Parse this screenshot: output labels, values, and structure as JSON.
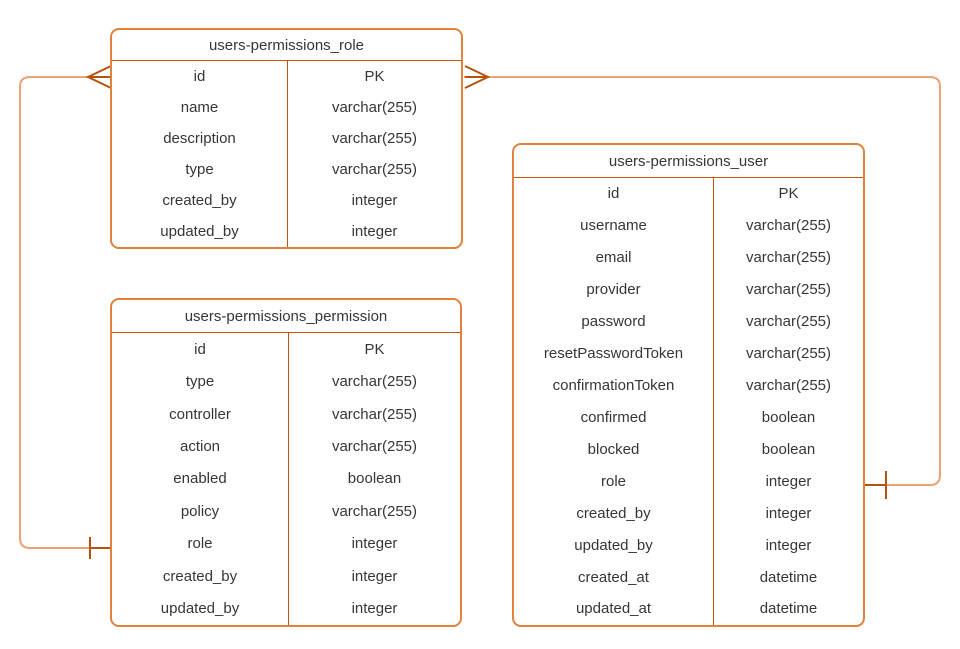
{
  "diagram": {
    "colors": {
      "table_border": "#e0813c",
      "divider": "#c5550a",
      "connector_line": "#eda273",
      "cardinality_marker": "#b4520e",
      "text": "#363636",
      "background": "#ffffff"
    },
    "entities": [
      {
        "title": "users-permissions_role",
        "fields": [
          {
            "name": "id",
            "type": "PK"
          },
          {
            "name": "name",
            "type": "varchar(255)"
          },
          {
            "name": "description",
            "type": "varchar(255)"
          },
          {
            "name": "type",
            "type": "varchar(255)"
          },
          {
            "name": "created_by",
            "type": "integer"
          },
          {
            "name": "updated_by",
            "type": "integer"
          }
        ]
      },
      {
        "title": "users-permissions_permission",
        "fields": [
          {
            "name": "id",
            "type": "PK"
          },
          {
            "name": "type",
            "type": "varchar(255)"
          },
          {
            "name": "controller",
            "type": "varchar(255)"
          },
          {
            "name": "action",
            "type": "varchar(255)"
          },
          {
            "name": "enabled",
            "type": "boolean"
          },
          {
            "name": "policy",
            "type": "varchar(255)"
          },
          {
            "name": "role",
            "type": "integer"
          },
          {
            "name": "created_by",
            "type": "integer"
          },
          {
            "name": "updated_by",
            "type": "integer"
          }
        ]
      },
      {
        "title": "users-permissions_user",
        "fields": [
          {
            "name": "id",
            "type": "PK"
          },
          {
            "name": "username",
            "type": "varchar(255)"
          },
          {
            "name": "email",
            "type": "varchar(255)"
          },
          {
            "name": "provider",
            "type": "varchar(255)"
          },
          {
            "name": "password",
            "type": "varchar(255)"
          },
          {
            "name": "resetPasswordToken",
            "type": "varchar(255)"
          },
          {
            "name": "confirmationToken",
            "type": "varchar(255)"
          },
          {
            "name": "confirmed",
            "type": "boolean"
          },
          {
            "name": "blocked",
            "type": "boolean"
          },
          {
            "name": "role",
            "type": "integer"
          },
          {
            "name": "created_by",
            "type": "integer"
          },
          {
            "name": "updated_by",
            "type": "integer"
          },
          {
            "name": "created_at",
            "type": "datetime"
          },
          {
            "name": "updated_at",
            "type": "datetime"
          }
        ]
      }
    ],
    "relationships": [
      {
        "from_entity": "users-permissions_role",
        "from_field": "id",
        "from_marker": "crows-foot-many",
        "to_entity": "users-permissions_permission",
        "to_field": "role",
        "to_marker": "one-tick",
        "route": "left side of canvas"
      },
      {
        "from_entity": "users-permissions_role",
        "from_field": "id",
        "from_marker": "crows-foot-many",
        "to_entity": "users-permissions_user",
        "to_field": "role",
        "to_marker": "one-tick",
        "route": "right side of canvas"
      }
    ]
  }
}
